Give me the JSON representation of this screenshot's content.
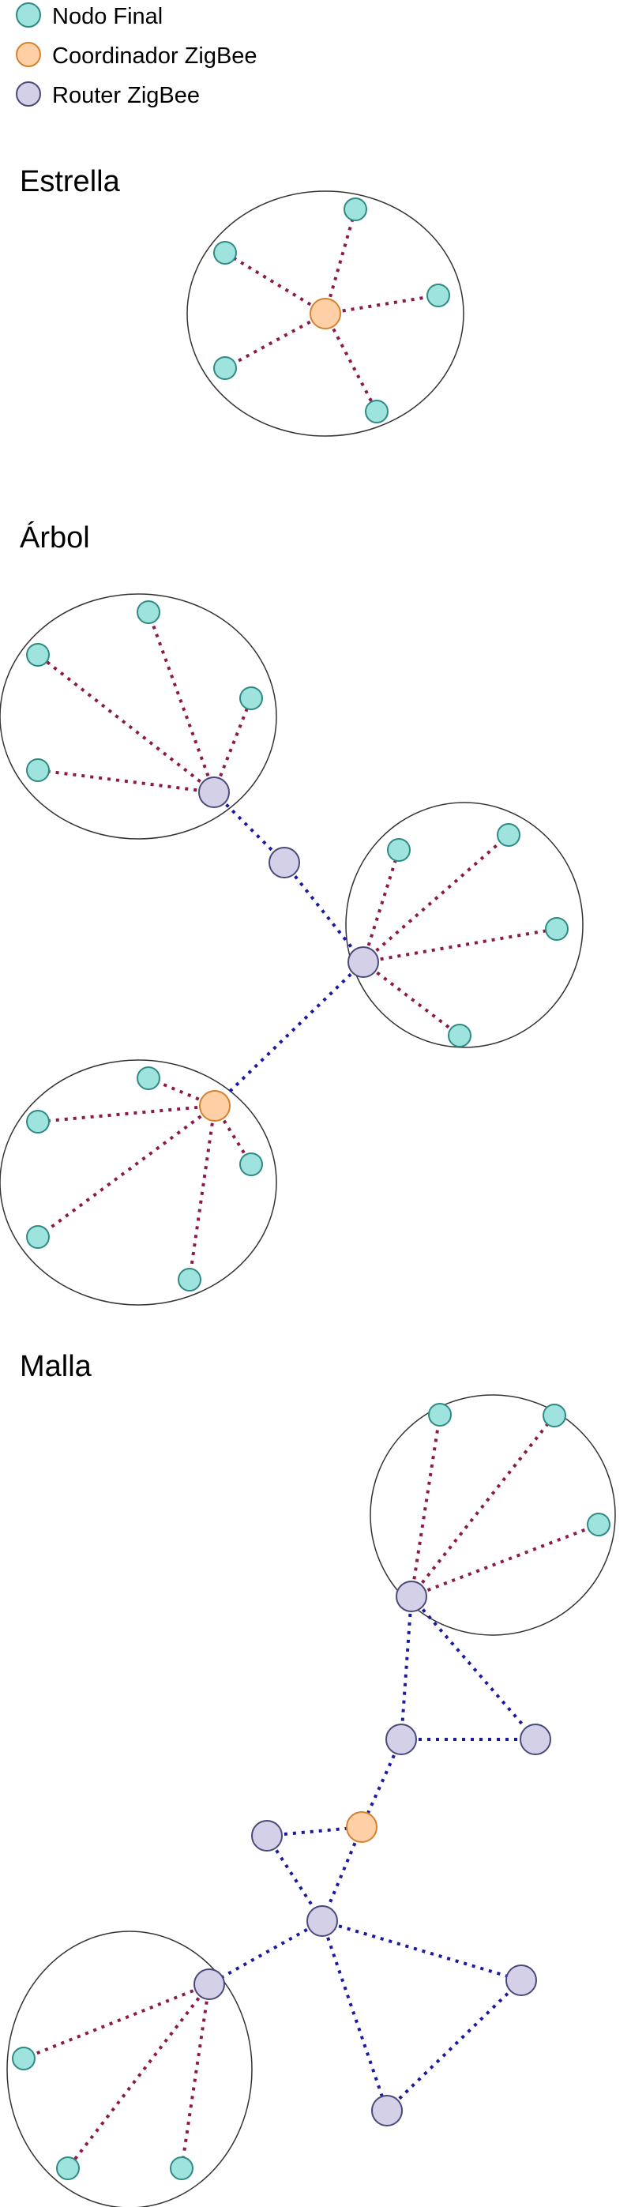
{
  "legend": [
    {
      "key": "end",
      "label": "Nodo Final"
    },
    {
      "key": "coord",
      "label": "Coordinador ZigBee"
    },
    {
      "key": "router",
      "label": "Router ZigBee"
    }
  ],
  "node_styles": {
    "end": {
      "fill": "#9fe3df",
      "stroke": "#2e8b83"
    },
    "coord": {
      "fill": "#ffd0a6",
      "stroke": "#d4822e"
    },
    "router": {
      "fill": "#d4d0e8",
      "stroke": "#4a4a7a"
    }
  },
  "link_colors": {
    "end_link": "#8b1a4a",
    "router_link": "#1a1aa0"
  },
  "sections": {
    "star": {
      "title": "Estrella"
    },
    "tree": {
      "title": "Árbol"
    },
    "mesh": {
      "title": "Malla"
    }
  }
}
